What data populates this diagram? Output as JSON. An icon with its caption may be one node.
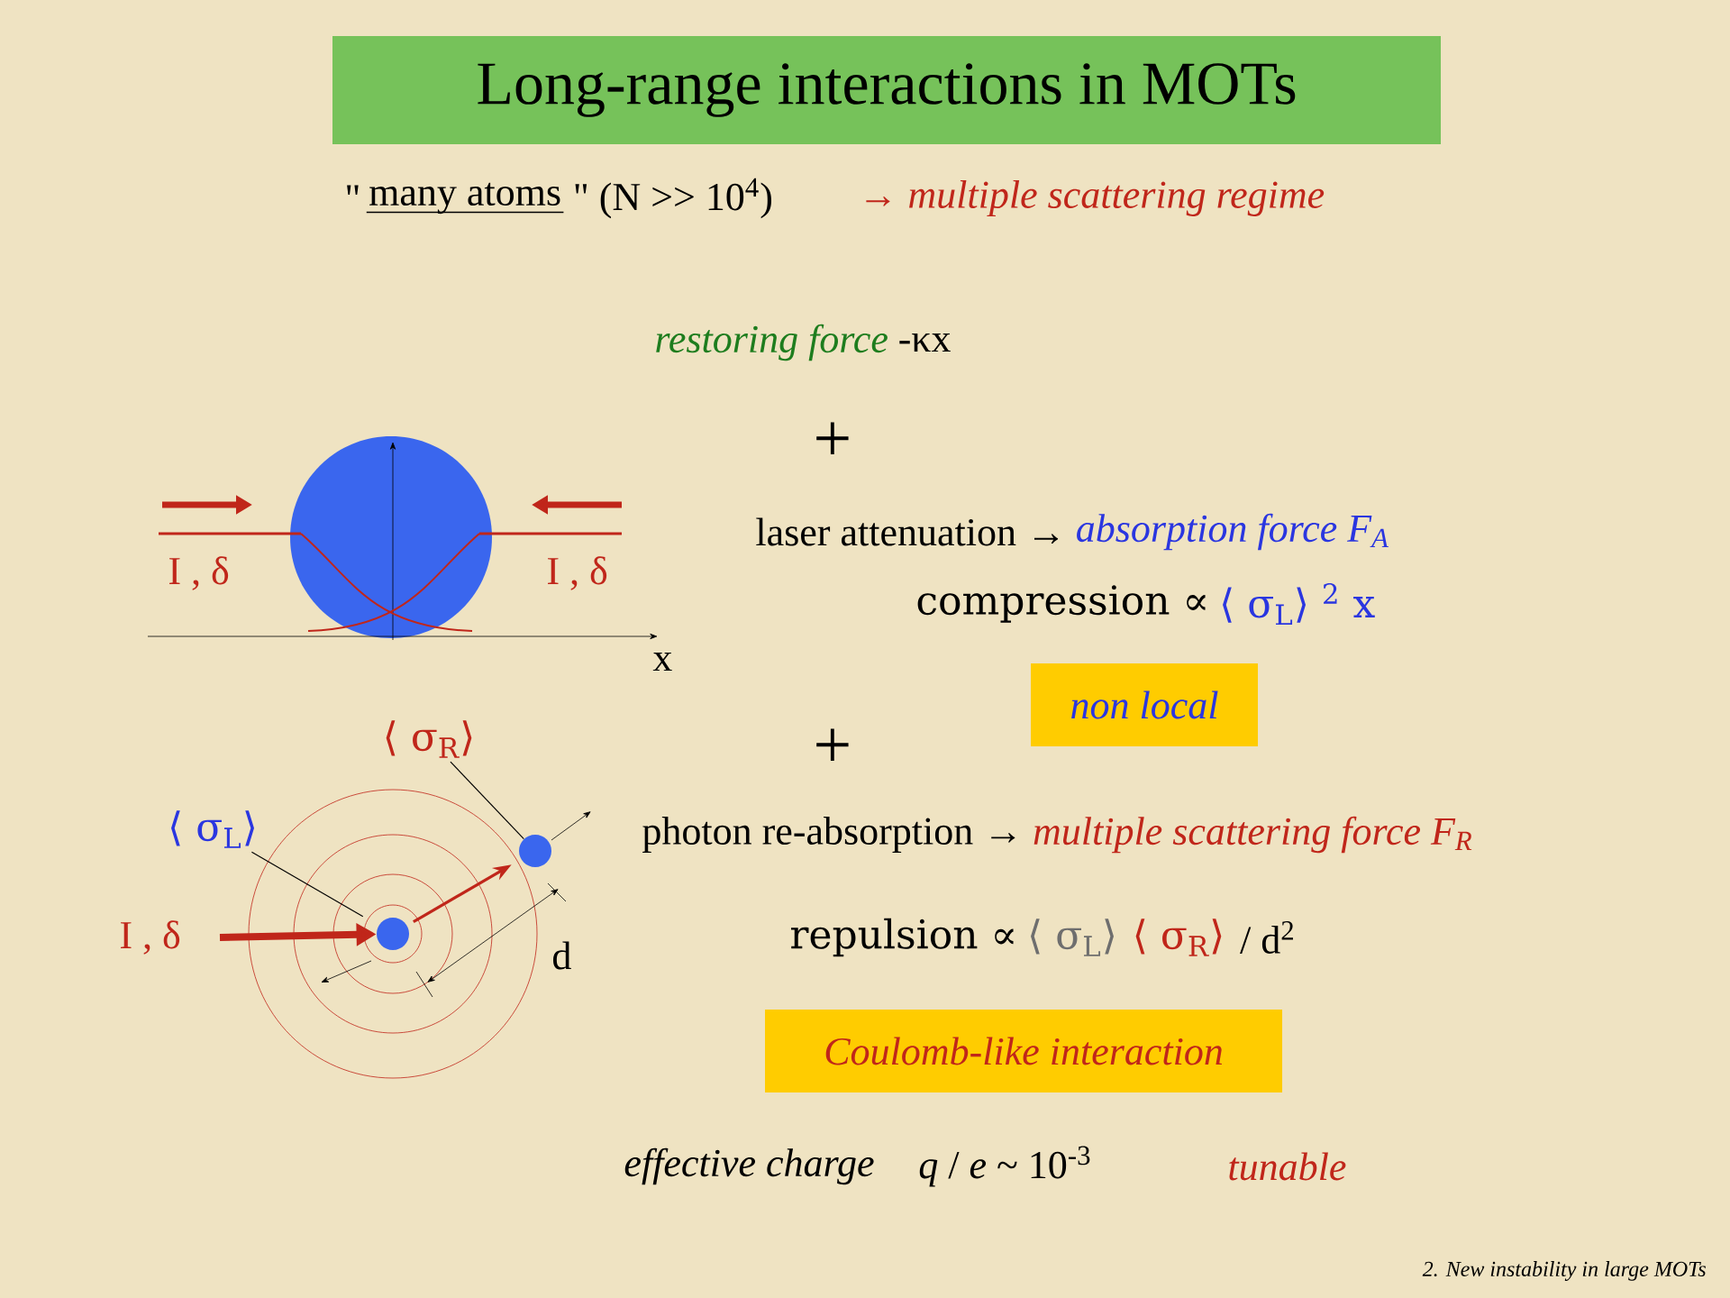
{
  "diagram": {
    "title": "Long-range interactions in MOTs",
    "nodes": [
      {
        "text": [
          "non local"
        ]
      },
      {
        "text": [
          "⟨ σ$_{R}$⟩"
        ]
      },
      {
        "text": [
          "⟨ σ$_{L}$⟩"
        ]
      },
      {
        "text": [],
        "shape": "circle"
      },
      {
        "text": [],
        "shape": "circle"
      },
      {
        "text": [
          "Coulomb-like interaction"
        ]
      }
    ],
    "edges": [
      {
        "from": 1,
        "to": 3,
        "arrow": "none"
      },
      {
        "from": 2,
        "to": 4,
        "arrow": "none"
      },
      {
        "from": null,
        "to": 4,
        "arrow": "to",
        "style": "thick",
        "color": "#c0261a"
      },
      {
        "from": 4,
        "to": 3,
        "arrow": "to",
        "color": "#c0261a"
      }
    ],
    "labels": [
      "\"",
      "many atoms",
      "\" (N >> 10$^{4}$)",
      "→ multiple scattering regime",
      "restoring force",
      "-κx",
      "+",
      "I , δ",
      "I , δ",
      "x",
      "laser attenuation →",
      "absorption force F$_{A}$",
      "compression ∝",
      "⟨ σ$_{L}$⟩ $^{2}$ x",
      "+",
      "I , δ",
      "d",
      "photon re-absorption →",
      "multiple scattering force F$_{R}$",
      "repulsion ∝",
      "⟨ σ$_{L}$⟩",
      "⟨ σ$_{R}$⟩",
      "/ d$^{2}$",
      "effective charge",
      "*q* / *e* ~ 10$^{-3}$",
      "tunable",
      "2. New instability in large MOTs"
    ]
  }
}
